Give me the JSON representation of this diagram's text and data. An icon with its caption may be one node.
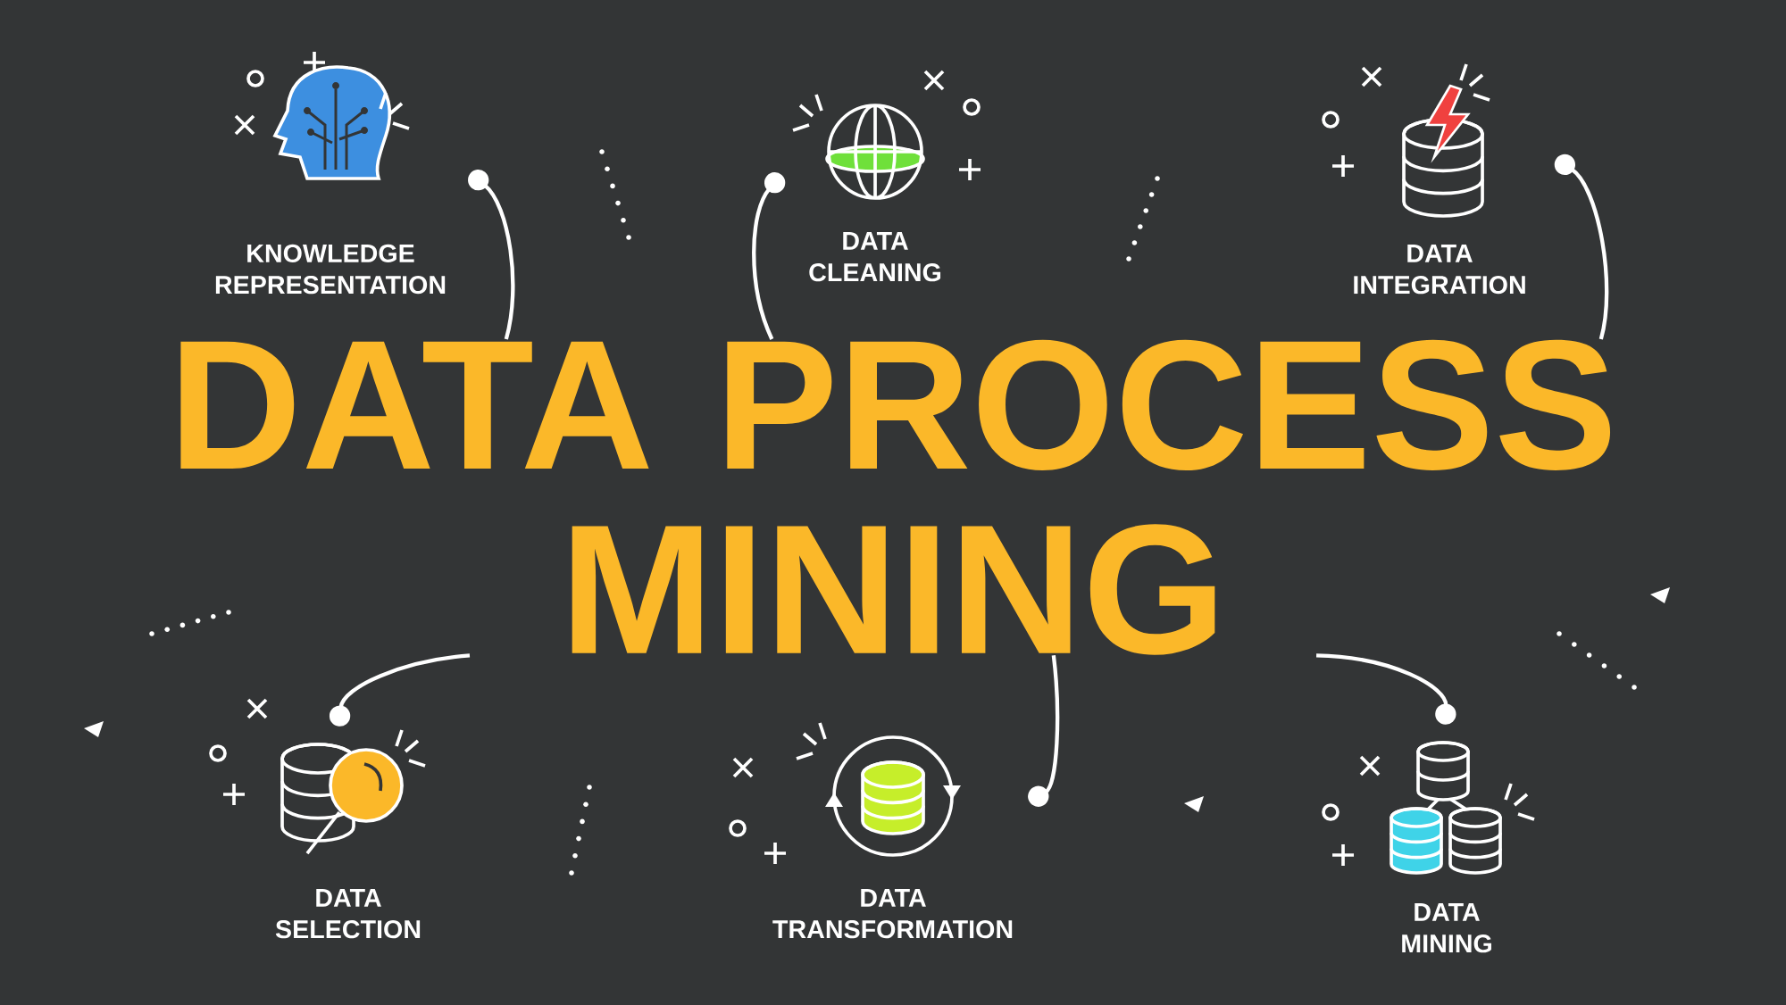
{
  "diagram": {
    "nodes": [
      {
        "text": [
          "DATA PROCESS MINING"
        ]
      },
      {
        "text": [
          "KNOWLEDGE REPRESENTATION"
        ]
      },
      {
        "text": [
          "DATA CLEANING"
        ]
      },
      {
        "text": [
          "DATA INTEGRATION"
        ]
      },
      {
        "text": [
          "DATA SELECTION"
        ]
      },
      {
        "text": [
          "DATA TRANSFORMATION"
        ]
      },
      {
        "text": [
          "DATA MINING"
        ]
      }
    ],
    "edges": [
      {
        "from": 1,
        "to": 0,
        "arrow": "other"
      },
      {
        "from": 2,
        "to": 0,
        "arrow": "other"
      },
      {
        "from": 3,
        "to": 0,
        "arrow": "other"
      },
      {
        "from": 4,
        "to": 0,
        "arrow": "other"
      },
      {
        "from": 5,
        "to": 0,
        "arrow": "other"
      },
      {
        "from": 6,
        "to": 0,
        "arrow": "other"
      }
    ]
  }
}
